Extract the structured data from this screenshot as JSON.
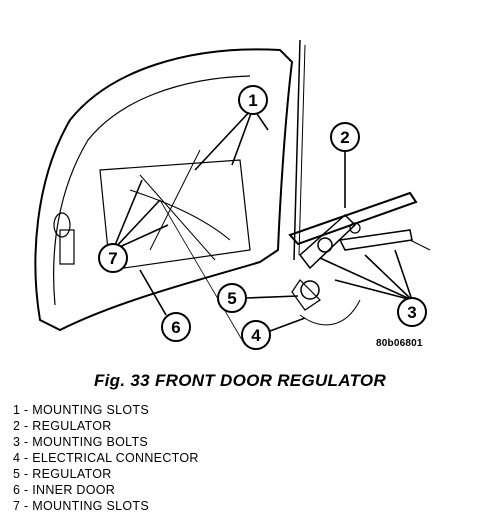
{
  "figure": {
    "title": "Fig. 33 FRONT DOOR REGULATOR",
    "code": "80b06801"
  },
  "callouts": [
    "1",
    "2",
    "3",
    "4",
    "5",
    "6",
    "7"
  ],
  "legend": [
    "1 - MOUNTING SLOTS",
    "2 - REGULATOR",
    "3 - MOUNTING BOLTS",
    "4 - ELECTRICAL CONNECTOR",
    "5 - REGULATOR",
    "6 - INNER DOOR",
    "7 - MOUNTING SLOTS"
  ]
}
